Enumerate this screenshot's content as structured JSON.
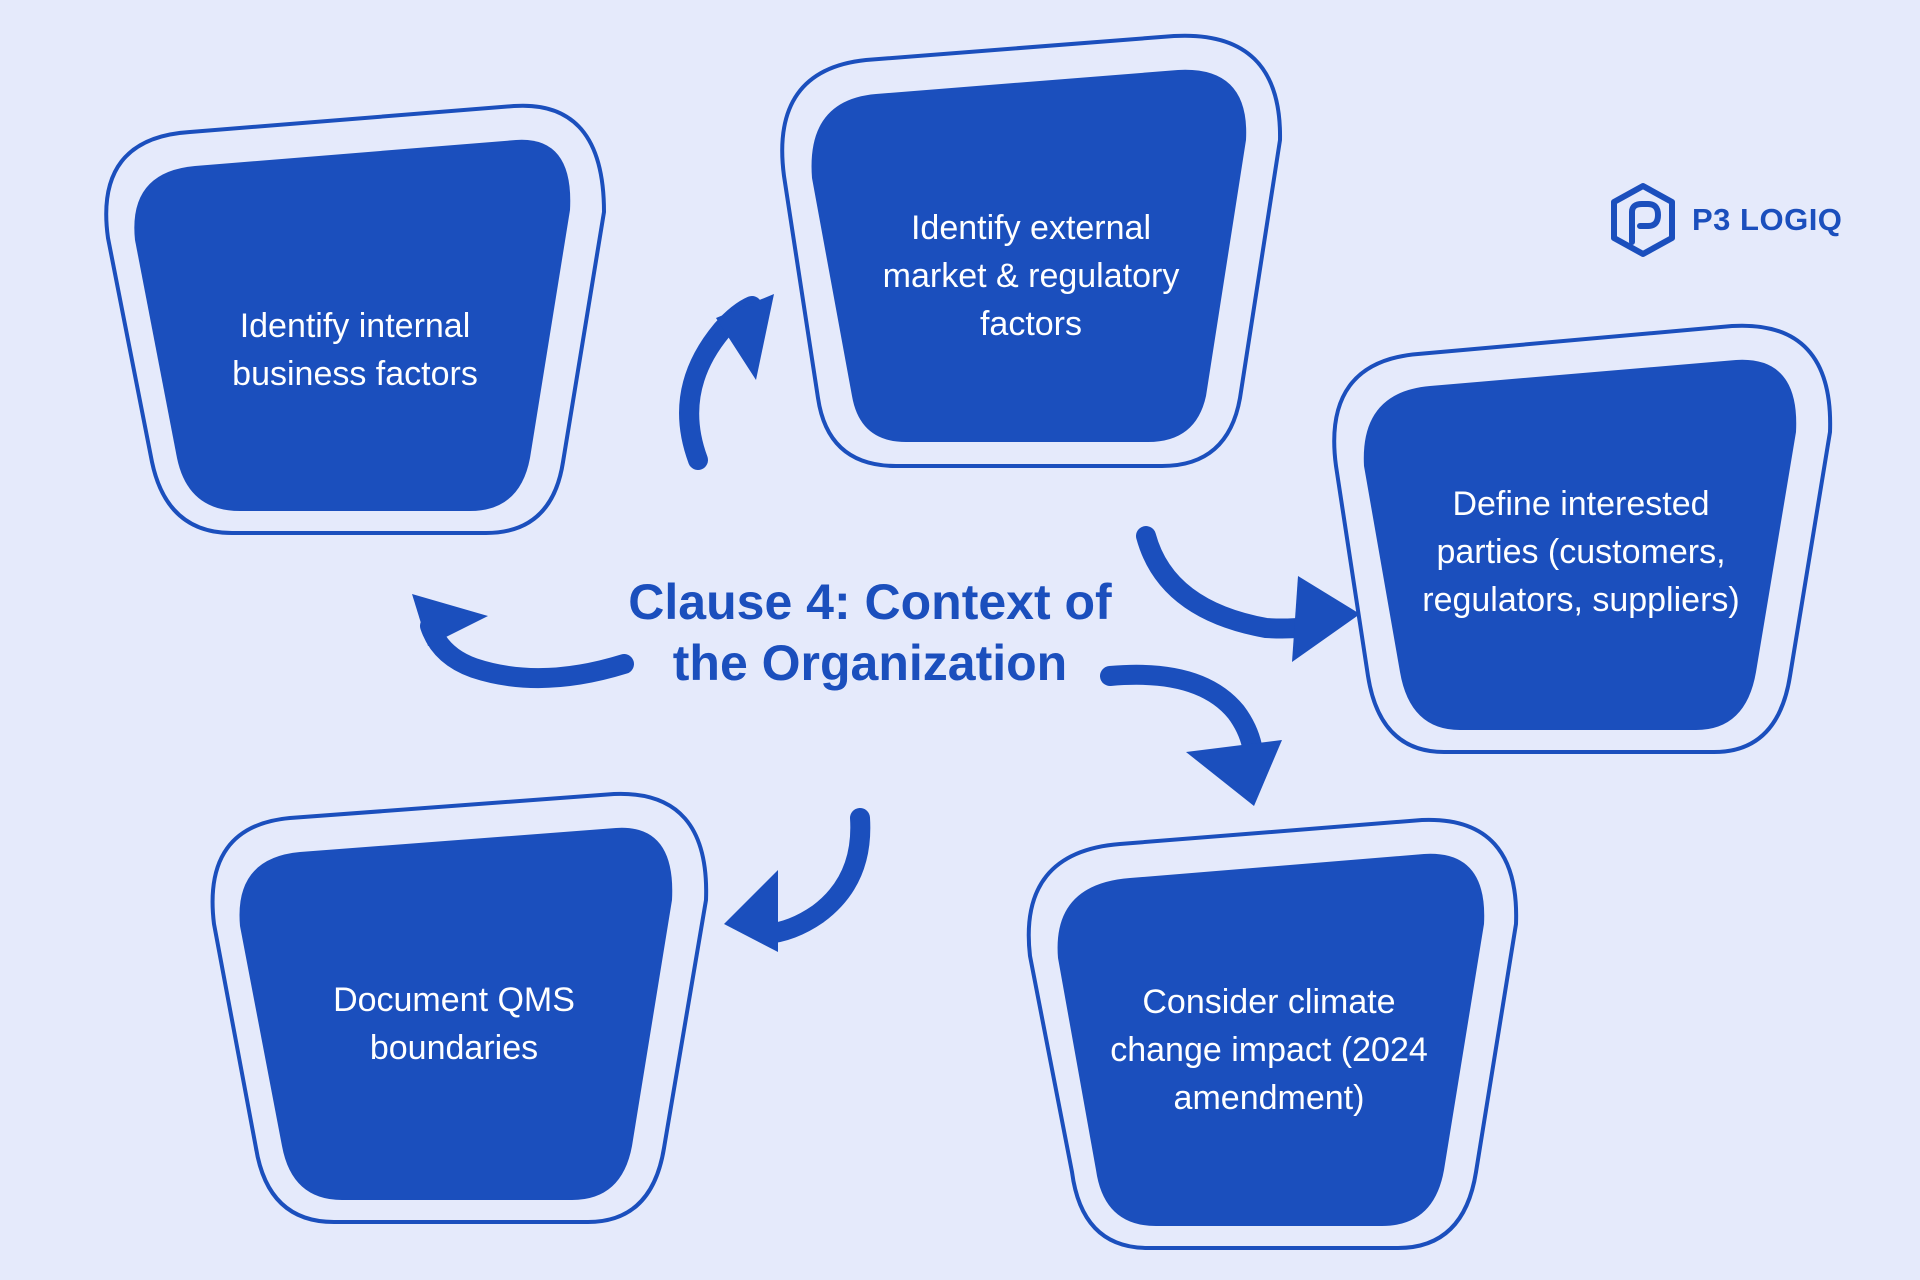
{
  "colors": {
    "background": "#e5eafb",
    "node_fill": "#1b4fbd",
    "node_outline": "#1b4fbd",
    "title_text": "#1b4fbd",
    "node_text": "#ffffff"
  },
  "brand": {
    "logo_icon": "hexagon-p-logo-icon",
    "name": "P3 LOGIQ"
  },
  "center": {
    "title_line1": "Clause 4: Context of",
    "title_line2": "the Organization"
  },
  "nodes": [
    {
      "id": "internal",
      "line1": "Identify internal",
      "line2": "business factors",
      "line3": ""
    },
    {
      "id": "external",
      "line1": "Identify external",
      "line2": "market & regulatory",
      "line3": "factors"
    },
    {
      "id": "parties",
      "line1": "Define interested",
      "line2": "parties (customers,",
      "line3": "regulators, suppliers)"
    },
    {
      "id": "climate",
      "line1": "Consider climate",
      "line2": "change impact (2024",
      "line3": "amendment)"
    },
    {
      "id": "boundaries",
      "line1": "Document QMS",
      "line2": "boundaries",
      "line3": ""
    }
  ],
  "arrows": [
    {
      "from": "center",
      "to": "internal",
      "icon": "curved-arrow-icon"
    },
    {
      "from": "center",
      "to": "external",
      "icon": "curved-arrow-icon"
    },
    {
      "from": "center",
      "to": "parties",
      "icon": "curved-arrow-icon"
    },
    {
      "from": "center",
      "to": "climate",
      "icon": "curved-arrow-icon"
    },
    {
      "from": "center",
      "to": "boundaries",
      "icon": "curved-arrow-icon"
    }
  ]
}
